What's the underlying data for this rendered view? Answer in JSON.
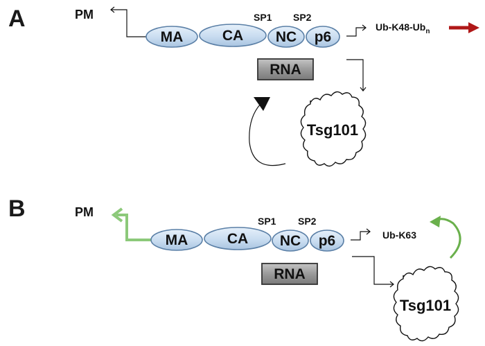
{
  "panel_a": {
    "letter": "A",
    "pm_label": "PM",
    "domains": [
      "MA",
      "CA",
      "NC",
      "p6"
    ],
    "sp1_label": "SP1",
    "sp2_label": "SP2",
    "rna_label": "RNA",
    "ub_label": "Ub-K48-Ub",
    "ub_subscript": "n",
    "tsg_label": "Tsg101",
    "ub_arrow_color": "#b01818"
  },
  "panel_b": {
    "letter": "B",
    "pm_label": "PM",
    "domains": [
      "MA",
      "CA",
      "NC",
      "p6"
    ],
    "sp1_label": "SP1",
    "sp2_label": "SP2",
    "rna_label": "RNA",
    "ub_label": "Ub-K63",
    "tsg_label": "Tsg101",
    "pm_arrow_color": "#8cc97a",
    "ub_arrow_color": "#6ab04c"
  },
  "colors": {
    "oval_fill": "#c8dcf0",
    "oval_stroke": "#5a7fa6",
    "rna_fill": "#9a9a9a"
  }
}
